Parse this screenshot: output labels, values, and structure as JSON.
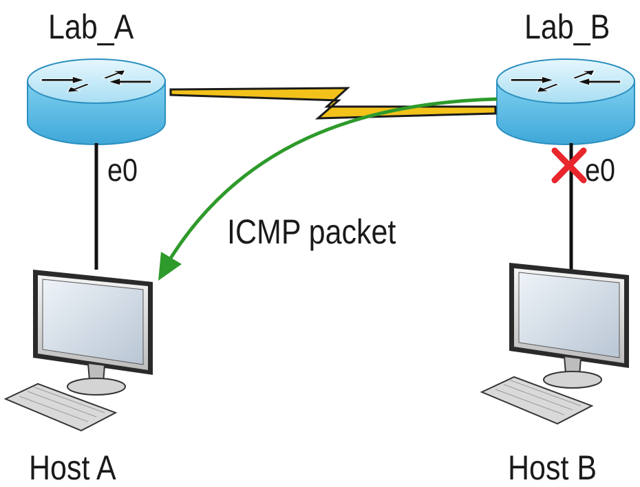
{
  "routers": [
    {
      "name": "Lab_A",
      "port": "e0"
    },
    {
      "name": "Lab_B",
      "port": "e0"
    }
  ],
  "hosts": [
    {
      "name": "Host A"
    },
    {
      "name": "Host B"
    }
  ],
  "packet_label": "ICMP packet",
  "interface_status": {
    "lab_b_e0": "down"
  },
  "colors": {
    "router_top": "#bfe9f7",
    "router_body": "#59b9e3",
    "serial_link": "#f2c21b",
    "packet_arrow": "#2e9a2b",
    "fail_mark": "#e8262c"
  }
}
